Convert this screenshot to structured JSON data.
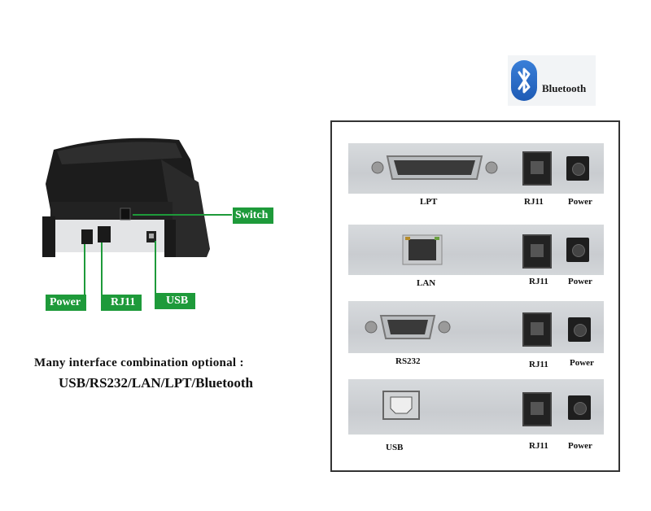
{
  "bluetooth": {
    "label": "Bluetooth"
  },
  "printer_callouts": {
    "switch": "Switch",
    "power": "Power",
    "rj11": "RJ11",
    "usb": "USB"
  },
  "caption": {
    "line1": "Many interface combination optional :",
    "line2": "USB/RS232/LAN/LPT/Bluetooth"
  },
  "variants": [
    {
      "port": "LPT",
      "rj11": "RJ11",
      "power": "Power"
    },
    {
      "port": "LAN",
      "rj11": "RJ11",
      "power": "Power"
    },
    {
      "port": "RS232",
      "rj11": "RJ11",
      "power": "Power"
    },
    {
      "port": "USB",
      "rj11": "RJ11",
      "power": "Power"
    }
  ],
  "colors": {
    "callout_green": "#1e9a3a",
    "panel_border": "#333333"
  }
}
